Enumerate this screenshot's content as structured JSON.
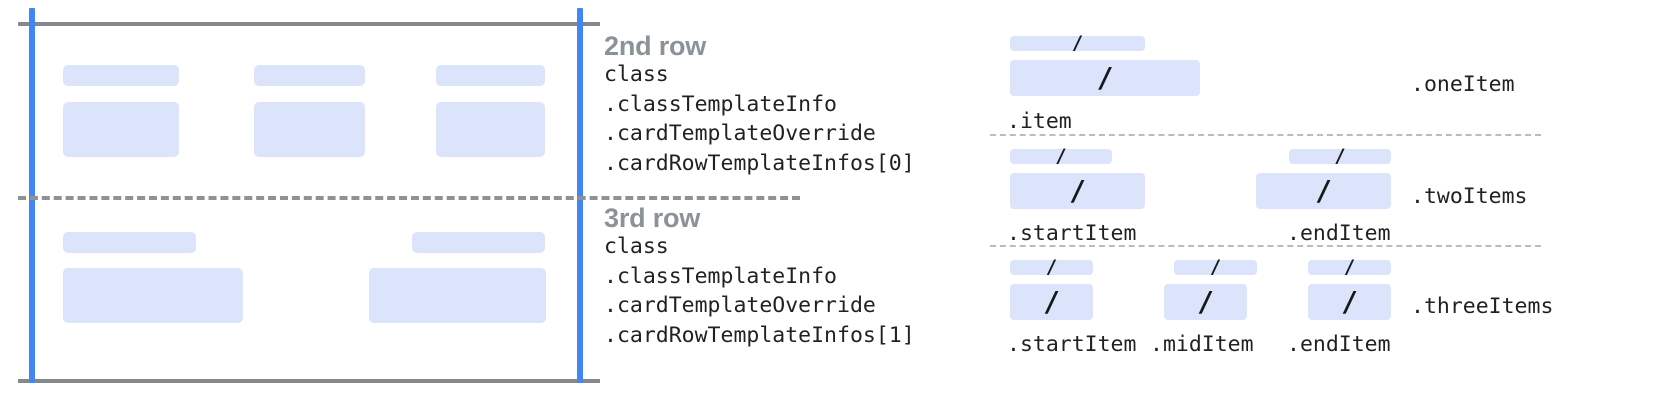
{
  "colors": {
    "block_fill": "#dbe4fb",
    "rail_blue": "#4285f4",
    "rule_gray": "#86898c",
    "dash_gray": "#8e9296",
    "dash_light": "#b9bcbf",
    "heading_gray": "#8c9398",
    "code_text": "#1f2124"
  },
  "left_diagram": {
    "rows": [
      {
        "name": "second-row",
        "cells": [
          {
            "label_bar": true,
            "body_bar": true
          },
          {
            "label_bar": true,
            "body_bar": true
          },
          {
            "label_bar": true,
            "body_bar": true
          }
        ]
      },
      {
        "name": "third-row",
        "cells": [
          {
            "label_bar": true,
            "body_bar": true
          },
          {
            "label_bar": true,
            "body_bar": true
          }
        ]
      }
    ]
  },
  "annotations": [
    {
      "heading": "2nd row",
      "code_lines": [
        "class",
        ".classTemplateInfo",
        ".cardTemplateOverride",
        ".cardRowTemplateInfos[0]"
      ]
    },
    {
      "heading": "3rd row",
      "code_lines": [
        "class",
        ".classTemplateInfo",
        ".cardTemplateOverride",
        ".cardRowTemplateInfos[1]"
      ]
    }
  ],
  "legend": {
    "slash_glyph": "/",
    "groups": [
      {
        "group_label": ".oneItem",
        "items": [
          {
            "label": ".item"
          }
        ]
      },
      {
        "group_label": ".twoItems",
        "items": [
          {
            "label": ".startItem"
          },
          {
            "label": ".endItem"
          }
        ]
      },
      {
        "group_label": ".threeItems",
        "items": [
          {
            "label": ".startItem"
          },
          {
            "label": ".midItem"
          },
          {
            "label": ".endItem"
          }
        ]
      }
    ]
  }
}
